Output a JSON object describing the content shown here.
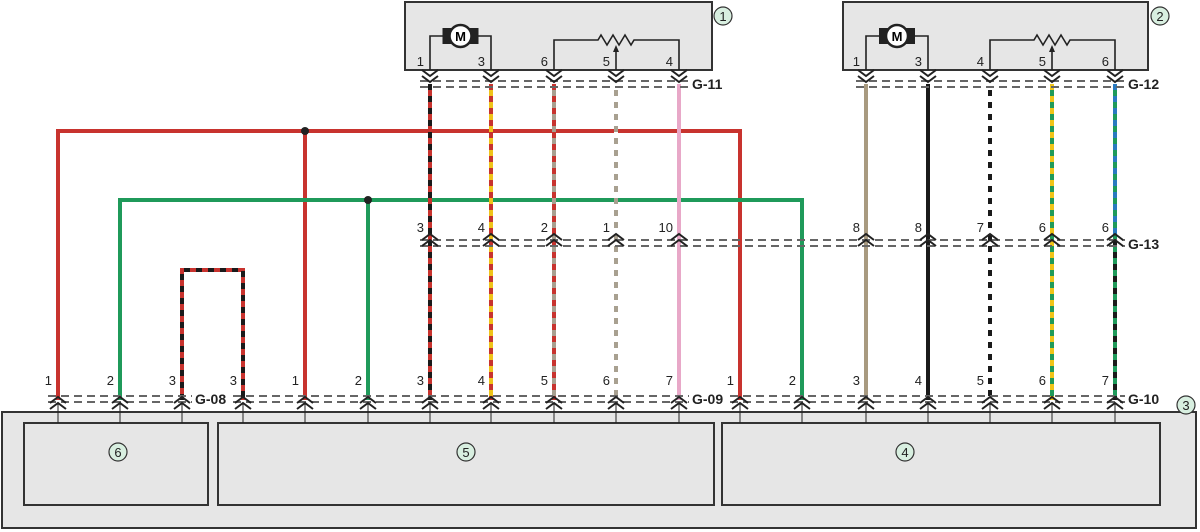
{
  "components": [
    {
      "id": "1",
      "label": "1"
    },
    {
      "id": "2",
      "label": "2"
    },
    {
      "id": "3",
      "label": "3"
    },
    {
      "id": "4",
      "label": "4"
    },
    {
      "id": "5",
      "label": "5"
    },
    {
      "id": "6",
      "label": "6"
    }
  ],
  "motor_symbol": "M",
  "connectors": {
    "G-11": {
      "label": "G-11",
      "pins": [
        "1",
        "3",
        "6",
        "5",
        "4"
      ]
    },
    "G-12": {
      "label": "G-12",
      "pins": [
        "1",
        "3",
        "4",
        "5",
        "6"
      ]
    },
    "G-13": {
      "label": "G-13",
      "pins": [
        "3",
        "4",
        "2",
        "1",
        "10",
        "8",
        "8",
        "7",
        "6",
        "6"
      ]
    },
    "G-08": {
      "label": "G-08",
      "pins": [
        "1",
        "2",
        "3"
      ]
    },
    "G-09": {
      "label": "G-09",
      "pins": [
        "3",
        "1",
        "2",
        "3",
        "4",
        "5",
        "6",
        "7"
      ]
    },
    "G-10": {
      "label": "G-10",
      "pins": [
        "1",
        "2",
        "3",
        "4",
        "5",
        "6",
        "7"
      ]
    }
  },
  "colors": {
    "red": "#c8332e",
    "green": "#1f9a5a",
    "black": "#1a1a1a",
    "yellow": "#f0c419",
    "grey": "#a8a090",
    "white": "#ffffff",
    "pink": "#e8a8c8",
    "tan": "#a89a80",
    "blue": "#2a7ac0",
    "box": "#e6e6e6",
    "badge": "#d8efe0"
  }
}
